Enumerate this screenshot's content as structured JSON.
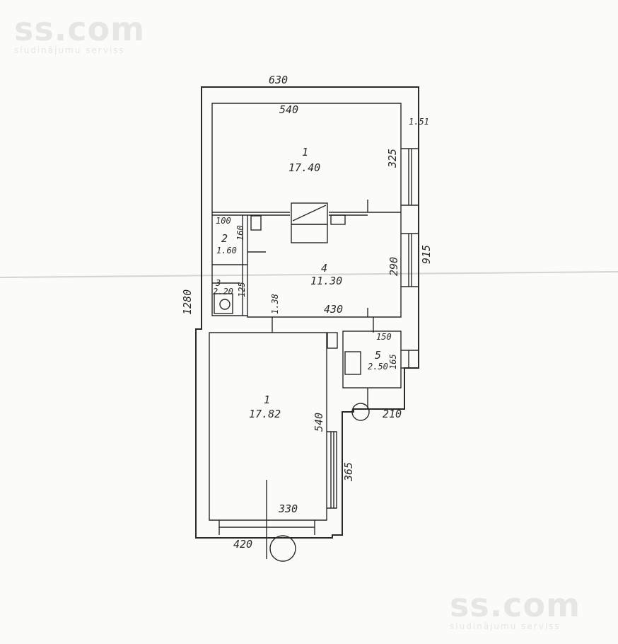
{
  "watermark": {
    "logo": "ss.com",
    "tagline": "sludinājumu serviss"
  },
  "dimensions": {
    "total_width": "630",
    "room1_width": "540",
    "right_small": "1.51",
    "room1_depth": "325",
    "right_total": "915",
    "room4_depth": "290",
    "total_height": "1280",
    "wc_top": "100",
    "wc_depth": "160",
    "bath_depth": "125",
    "passage": "1.38",
    "room4_width": "430",
    "room5_width": "150",
    "room5_depth": "165",
    "lower_room_depth": "540",
    "entrance_width": "210",
    "lower_window": "365",
    "lower_room_width": "330",
    "bottom_width": "420"
  },
  "rooms": [
    {
      "number": "1",
      "area": "17.40"
    },
    {
      "number": "2",
      "area": "1.60"
    },
    {
      "number": "3",
      "area": "2.20"
    },
    {
      "number": "4",
      "area": "11.30"
    },
    {
      "number": "5",
      "area": "2.50"
    },
    {
      "number": "1",
      "area": "17.82"
    }
  ]
}
